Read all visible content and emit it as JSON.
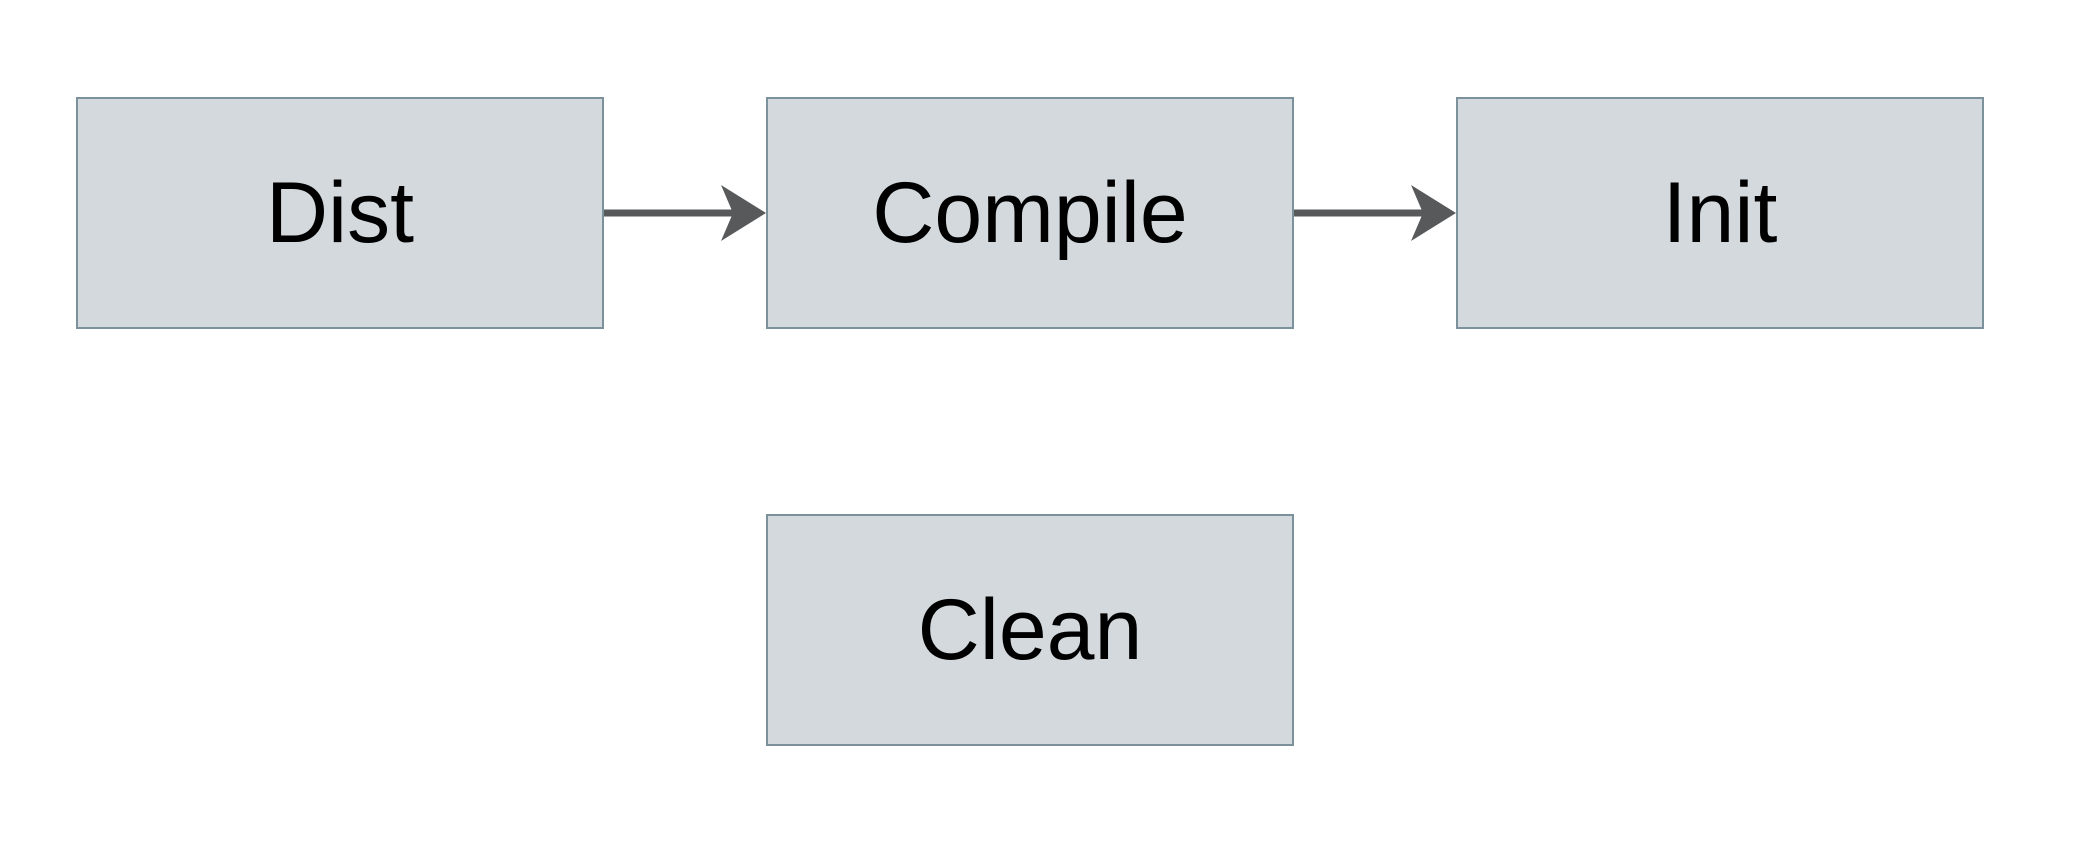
{
  "diagram": {
    "type": "flowchart",
    "background_color": "#ffffff",
    "node_fill_color": "#d3d9dc",
    "node_border_color": "#7b929c",
    "arrow_color": "#58595b",
    "text_color": "#000000",
    "nodes": [
      {
        "id": "dist",
        "label": "Dist"
      },
      {
        "id": "compile",
        "label": "Compile"
      },
      {
        "id": "init",
        "label": "Init"
      },
      {
        "id": "clean",
        "label": "Clean"
      }
    ],
    "edges": [
      {
        "from": "Dist",
        "to": "Compile",
        "direction": "right"
      },
      {
        "from": "Compile",
        "to": "Init",
        "direction": "right"
      }
    ]
  }
}
